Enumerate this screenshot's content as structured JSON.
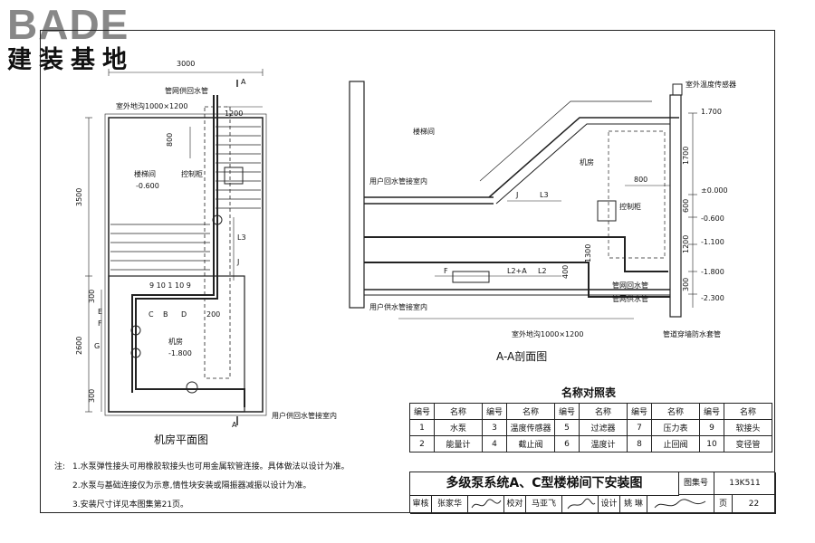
{
  "logo": {
    "brand": "BADE",
    "subtitle": "建装基地"
  },
  "plan": {
    "title": "机房平面图",
    "labels": {
      "dim_top": "3000",
      "supply_return": "管网供回水管",
      "trench": "室外地沟1000×1200",
      "dim_1200": "1200",
      "dim_800": "800",
      "stair": "楼梯间",
      "stair_elev": "-0.600",
      "control": "控制柜",
      "dim_3500": "3500",
      "dim_L3": "L3",
      "dim_J": "J",
      "dim_300a": "300",
      "dim_F": "F",
      "dim_E": "E",
      "dim_G": "G",
      "dim_2600": "2600",
      "dim_300b": "300",
      "room": "机房",
      "room_elev": "-1.800",
      "dim_B": "B",
      "dim_C": "C",
      "dim_D": "D",
      "dim_200": "200",
      "user_pipe": "用户供回水管接室内",
      "section_a": "A",
      "nums_row": "9 10 1 10 9"
    }
  },
  "section": {
    "title": "A-A剖面图",
    "labels": {
      "sensor": "室外温度传感器",
      "elev_1700": "1.700",
      "dim_1700": "1700",
      "stair": "楼梯间",
      "room": "机房",
      "user_return": "用户回水管接室内",
      "dim_800": "800",
      "control": "控制柜",
      "elev_000": "±0.000",
      "dim_600": "600",
      "elev_0600": "-0.600",
      "elev_1100": "-1.100",
      "dim_1200": "1200",
      "elev_1800": "-1.800",
      "dim_300": "300",
      "elev_2300": "-2.300",
      "net_return": "管网回水管",
      "net_supply": "管网供水管",
      "user_supply": "用户供水管接室内",
      "trench": "室外地沟1000×1200",
      "sleeve": "管道穿墙防水套管",
      "dim_J": "J",
      "dim_L3": "L3",
      "dim_F": "F",
      "dim_L2A": "L2+A",
      "dim_L2": "L2",
      "dim_1300": "1300",
      "dim_400": "400"
    }
  },
  "reference": {
    "title": "名称对照表",
    "header": [
      "编号",
      "名称",
      "编号",
      "名称",
      "编号",
      "名称",
      "编号",
      "名称",
      "编号",
      "名称"
    ],
    "rows": [
      [
        "1",
        "水泵",
        "3",
        "温度传感器",
        "5",
        "过滤器",
        "7",
        "压力表",
        "9",
        "软接头"
      ],
      [
        "2",
        "能量计",
        "4",
        "截止阀",
        "6",
        "温度计",
        "8",
        "止回阀",
        "10",
        "变径管"
      ]
    ]
  },
  "notes": {
    "label": "注:",
    "items": [
      "1.水泵弹性接头可用橡胶软接头也可用金属软管连接。具体做法以设计为准。",
      "2.水泵与基础连接仅为示意,情性块安装或隔振器减振以设计为准。",
      "3.安装尺寸详见本图集第21页。"
    ]
  },
  "titleblock": {
    "title": "多级泵系统A、C型楼梯间下安装图",
    "atlas_label": "图集号",
    "atlas_no": "13K511",
    "review_label": "审核",
    "reviewer": "张家华",
    "check_label": "校对",
    "checker": "马亚飞",
    "design_label": "设计",
    "designer": "姚 琳",
    "page_label": "页",
    "page_no": "22"
  },
  "colors": {
    "line": "#222222",
    "logo_grey": "#888888"
  }
}
